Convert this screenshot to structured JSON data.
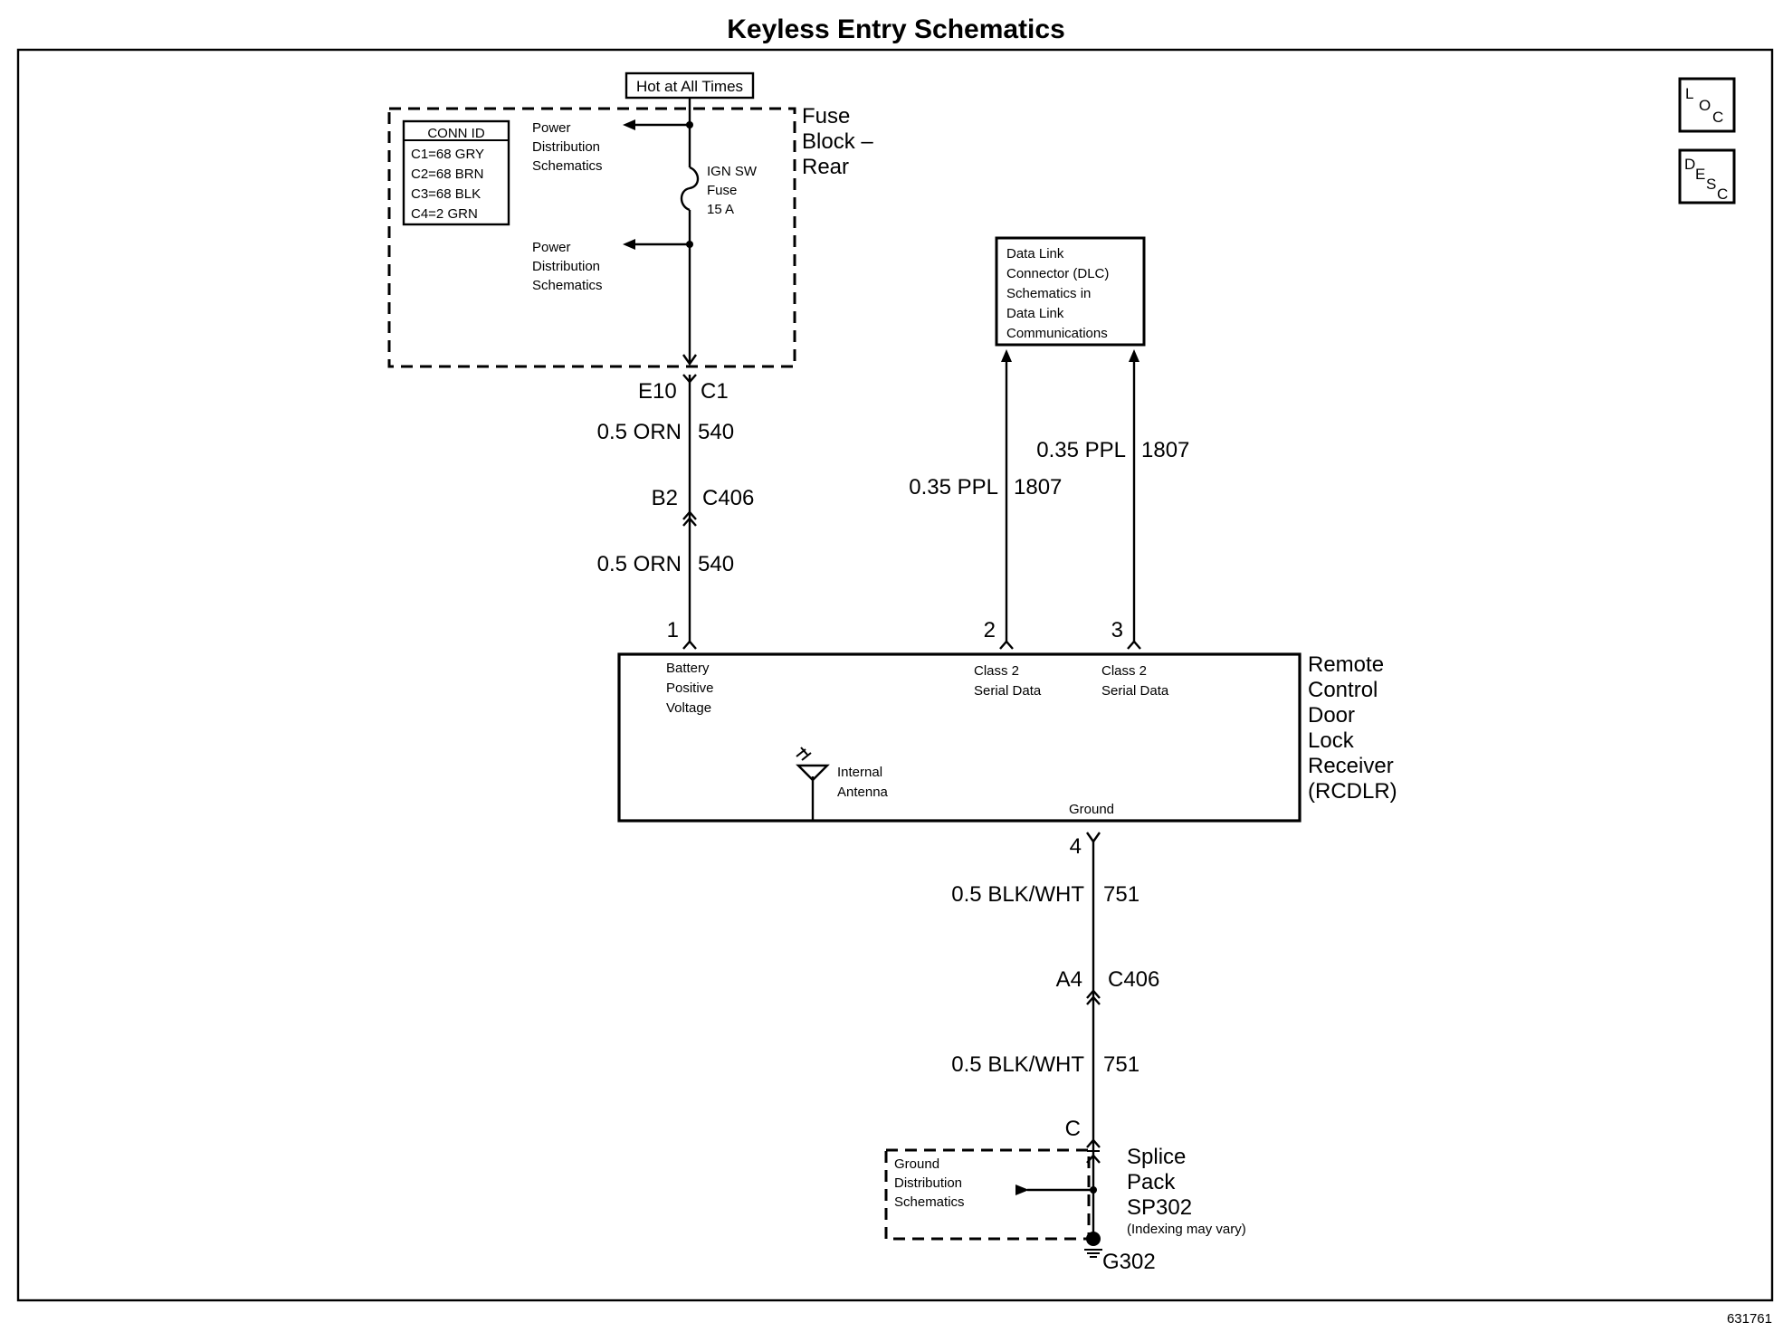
{
  "title": "Keyless Entry Schematics",
  "icons": {
    "loc": [
      "L",
      "O",
      "C"
    ],
    "desc": [
      "D",
      "E",
      "S",
      "C"
    ]
  },
  "fuse_block": {
    "hot_label": "Hot at All Times",
    "name": [
      "Fuse",
      "Block –",
      "Rear"
    ],
    "conn_id": {
      "header": "CONN ID",
      "rows": [
        "C1=68 GRY",
        "C2=68 BRN",
        "C3=68 BLK",
        "C4=2 GRN"
      ]
    },
    "power_dist_1": [
      "Power",
      "Distribution",
      "Schematics"
    ],
    "power_dist_2": [
      "Power",
      "Distribution",
      "Schematics"
    ],
    "fuse": [
      "IGN SW",
      "Fuse",
      "15 A"
    ],
    "connector": {
      "pin": "E10",
      "id": "C1"
    }
  },
  "circuit_540": {
    "upper": {
      "wire": "0.5 ORN",
      "circuit": "540"
    },
    "inline": {
      "pin": "B2",
      "id": "C406"
    },
    "lower": {
      "wire": "0.5 ORN",
      "circuit": "540"
    }
  },
  "dlc_box": [
    "Data Link",
    "Connector (DLC)",
    "Schematics in",
    "Data Link",
    "Communications"
  ],
  "circuit_1807_a": {
    "wire": "0.35 PPL",
    "circuit": "1807"
  },
  "circuit_1807_b": {
    "wire": "0.35 PPL",
    "circuit": "1807"
  },
  "rcdlr": {
    "name": [
      "Remote",
      "Control",
      "Door",
      "Lock",
      "Receiver",
      "(RCDLR)"
    ],
    "pins": [
      {
        "num": "1",
        "label": [
          "Battery",
          "Positive",
          "Voltage"
        ]
      },
      {
        "num": "2",
        "label": [
          "Class 2",
          "Serial Data"
        ]
      },
      {
        "num": "3",
        "label": [
          "Class 2",
          "Serial Data"
        ]
      }
    ],
    "antenna": [
      "Internal",
      "Antenna"
    ],
    "ground_label": "Ground",
    "ground_pin": "4"
  },
  "circuit_751": {
    "upper": {
      "wire": "0.5 BLK/WHT",
      "circuit": "751"
    },
    "inline": {
      "pin": "A4",
      "id": "C406"
    },
    "lower": {
      "wire": "0.5 BLK/WHT",
      "circuit": "751"
    }
  },
  "splice": {
    "pin": "C",
    "ground_dist": [
      "Ground",
      "Distribution",
      "Schematics"
    ],
    "name": [
      "Splice",
      "Pack",
      "SP302"
    ],
    "note": "(Indexing may vary)",
    "ground_id": "G302"
  },
  "figure_number": "631761"
}
